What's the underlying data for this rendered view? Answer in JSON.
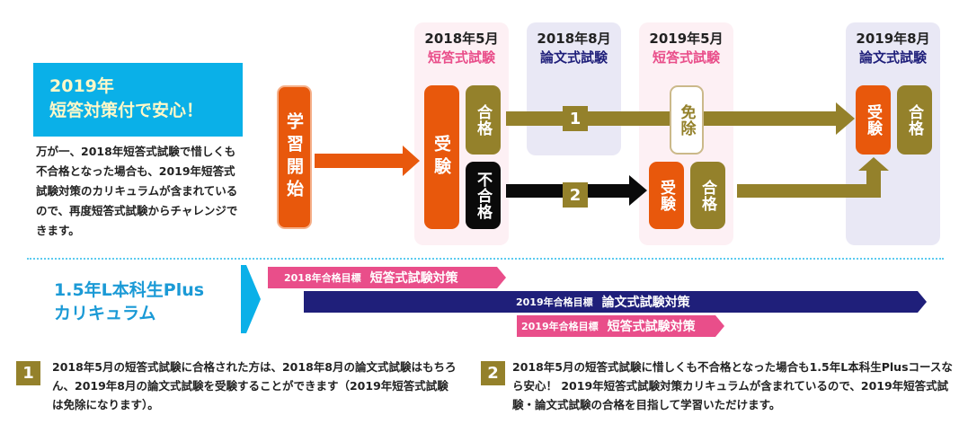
{
  "intro": {
    "title_line1": "2019年",
    "title_line2": "短答対策付で安心！",
    "body": "万が一、2018年短答式試験で惜しくも不合格となった場合も、2019年短答式試験対策のカリキュラムが含まれているので、再度短答式試験からチャレンジできます。"
  },
  "start": "学習開始",
  "columns": [
    {
      "date": "2018年5月",
      "exam": "短答式試験"
    },
    {
      "date": "2018年8月",
      "exam": "論文式試験"
    },
    {
      "date": "2019年5月",
      "exam": "短答式試験"
    },
    {
      "date": "2019年8月",
      "exam": "論文式試験"
    }
  ],
  "boxes": {
    "take": "受験",
    "pass": "合格",
    "fail": "不合格",
    "exempt": "免除"
  },
  "paths": {
    "one": "1",
    "two": "2"
  },
  "curriculum": {
    "title_line1": "1.5年L本科生Plus",
    "title_line2": "カリキュラム",
    "bars": [
      {
        "target": "2018年合格目標",
        "name": "短答式試験対策"
      },
      {
        "target": "2019年合格目標",
        "name": "論文式試験対策"
      },
      {
        "target": "2019年合格目標",
        "name": "短答式試験対策"
      }
    ]
  },
  "notes": [
    {
      "num": "1",
      "text": "2018年5月の短答式試験に合格された方は、2018年8月の論文式試験はもちろん、2019年8月の論文式試験を受験することができます（2019年短答式試験は免除になります）。"
    },
    {
      "num": "2",
      "text": "2018年5月の短答式試験に惜しくも不合格となった場合も1.5年L本科生Plusコースなら安心！ 2019年短答式試験対策カリキュラムが含まれているので、2019年短答式試験・論文式試験の合格を目指して学習いただけます。"
    }
  ],
  "colors": {
    "orange": "#e8580c",
    "olive": "#94812b",
    "cyan": "#0ab0e8",
    "pink": "#e94e8a",
    "navy": "#1f1f7a"
  }
}
